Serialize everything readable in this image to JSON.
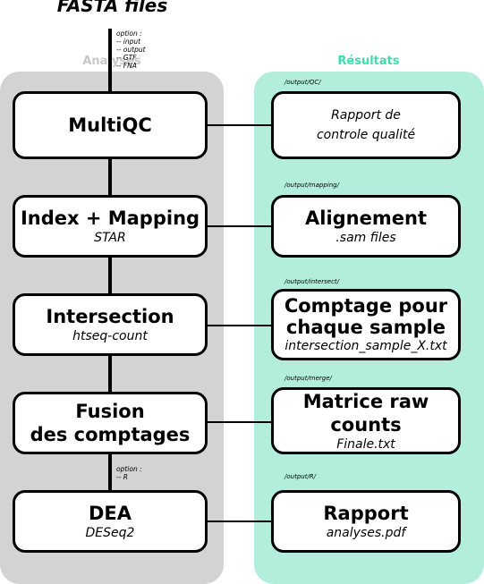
{
  "title": "FASTA files",
  "columns": {
    "analyses": "Analyses",
    "results": "Résultats"
  },
  "options_top": [
    "option :",
    "-- input",
    "-- output",
    "-- GTF",
    "-- FNA"
  ],
  "options_dea": [
    "option :",
    "-- R"
  ],
  "steps": [
    {
      "title": "MultiQC",
      "subtitle": ""
    },
    {
      "title": "Index + Mapping",
      "subtitle": "STAR"
    },
    {
      "title": "Intersection",
      "subtitle": "htseq-count"
    },
    {
      "title_lines": [
        "Fusion",
        "des comptages"
      ]
    },
    {
      "title": "DEA",
      "subtitle": "DESeq2"
    }
  ],
  "results": [
    {
      "path": "/output/QC/",
      "text_lines": [
        "Rapport de",
        "controle qualité"
      ]
    },
    {
      "path": "/output/mapping/",
      "title": "Alignement",
      "subtitle": ".sam files"
    },
    {
      "path": "/output/intersect/",
      "title_lines": [
        "Comptage pour",
        "chaque sample"
      ],
      "subtitle": "intersection_sample_X.txt"
    },
    {
      "path": "/output/merge/",
      "title": "Matrice raw counts",
      "subtitle": "Finale.txt"
    },
    {
      "path": "/output/R/",
      "title": "Rapport",
      "subtitle": "analyses.pdf"
    }
  ]
}
